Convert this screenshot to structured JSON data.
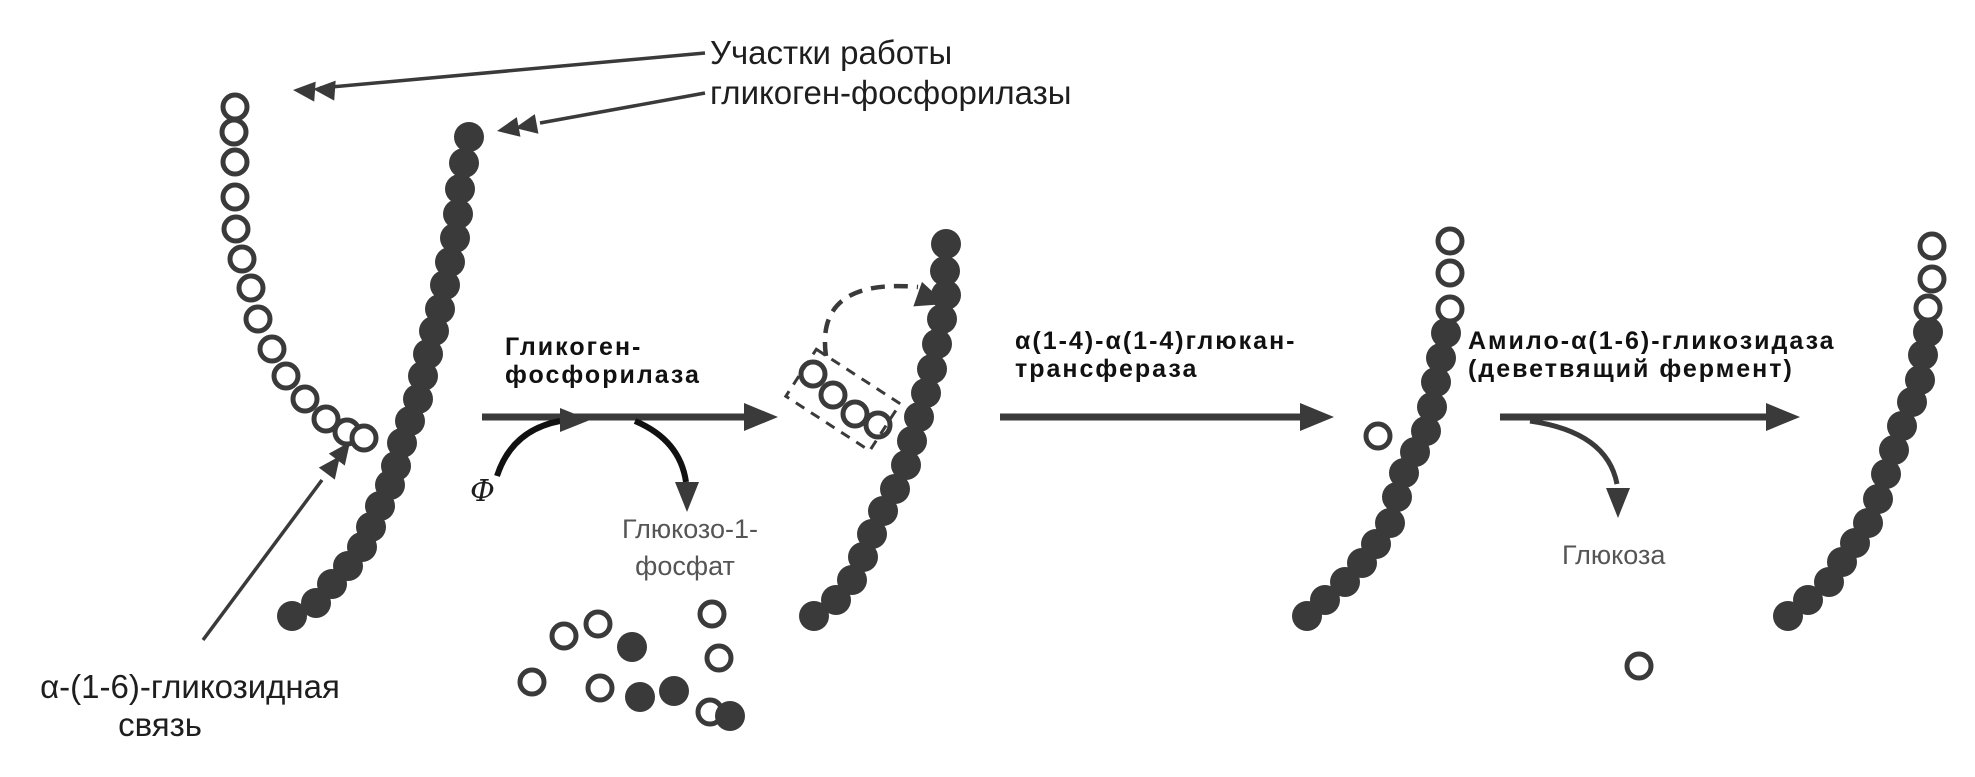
{
  "labels": {
    "phosphorylase_sites_line1": "Участки работы",
    "phosphorylase_sites_line2": "гликоген-фосфорилазы",
    "alpha_bond_line1": "α-(1-6)-гликозидная",
    "alpha_bond_line2": "связь",
    "step1_line1": "Гликоген-",
    "step1_line2": "фосфорилаза",
    "phosphate_symbol": "Ф",
    "glucose1p_line1": "Глюкозо-1-",
    "glucose1p_line2": "фосфат",
    "step2_line1": "α(1-4)-α(1-4)глюкан-",
    "step2_line2": "трансфераза",
    "step3_line1": "Амило-α(1-6)-гликозидаза",
    "step3_line2": "(деветвящий фермент)",
    "glucose": "Глюкоза"
  },
  "colors": {
    "filled_residue": "#3a3a3a",
    "open_residue": "#3a3a3a",
    "arrow": "#3a3a3a",
    "background": "#ffffff"
  }
}
